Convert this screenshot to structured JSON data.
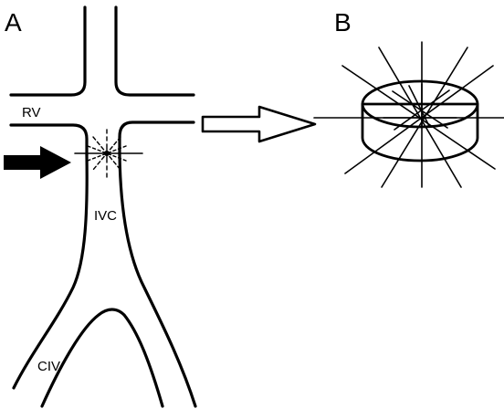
{
  "labels": {
    "panel_a": "A",
    "panel_b": "B",
    "rv": "RV",
    "ivc": "IVC",
    "civ": "CIV"
  },
  "colors": {
    "ink": "#000000",
    "background": "#ffffff"
  }
}
